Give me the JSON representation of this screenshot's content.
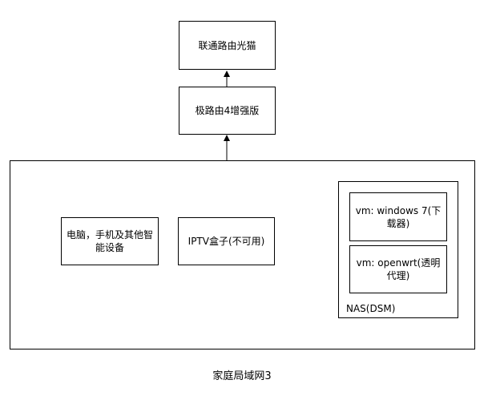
{
  "nodes": {
    "modem": "联通路由光猫",
    "router": "极路由4增强版",
    "pc": "电脑，手机及其他智能设备",
    "iptv": "IPTV盒子(不可用)",
    "nas": "NAS(DSM)",
    "vm_windows": "vm: windows 7(下载器)",
    "vm_openwrt": "vm: openwrt(透明代理)"
  },
  "network": {
    "label": "家庭局域网3"
  },
  "colors": {
    "stroke": "#000000",
    "background": "#ffffff"
  }
}
